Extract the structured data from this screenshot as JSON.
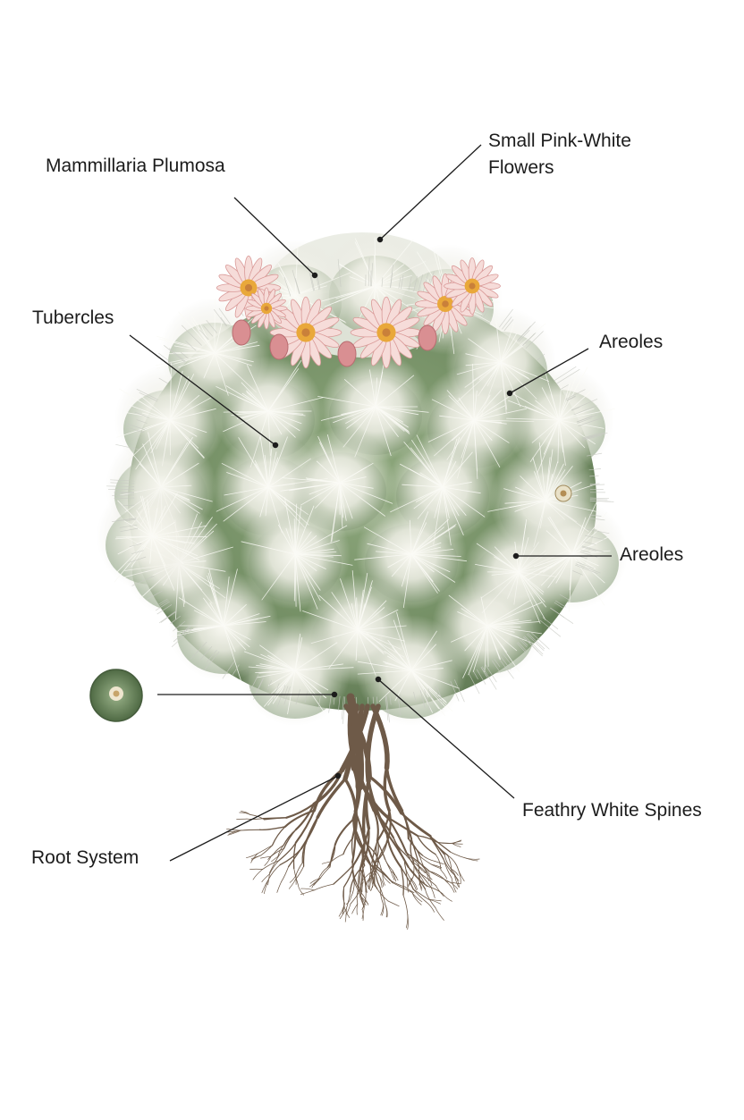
{
  "labels": {
    "plant_name": "Mammillaria Plumosa",
    "flowers": "Small Pink-White\nFlowers",
    "tubercles": "Tubercles",
    "areoles_upper": "Areoles",
    "areoles_lower": "Areoles",
    "spines": "Feathry White Spines",
    "roots": "Root System"
  },
  "colors": {
    "body_green": "#7f9a6e",
    "dark_green": "#55704a",
    "spine_white": "#f5f4ef",
    "petal_pink": "#f1c6c4",
    "flower_center": "#e9a83a",
    "root_brown": "#6e5a48",
    "leader_line": "#1c1c1c"
  }
}
